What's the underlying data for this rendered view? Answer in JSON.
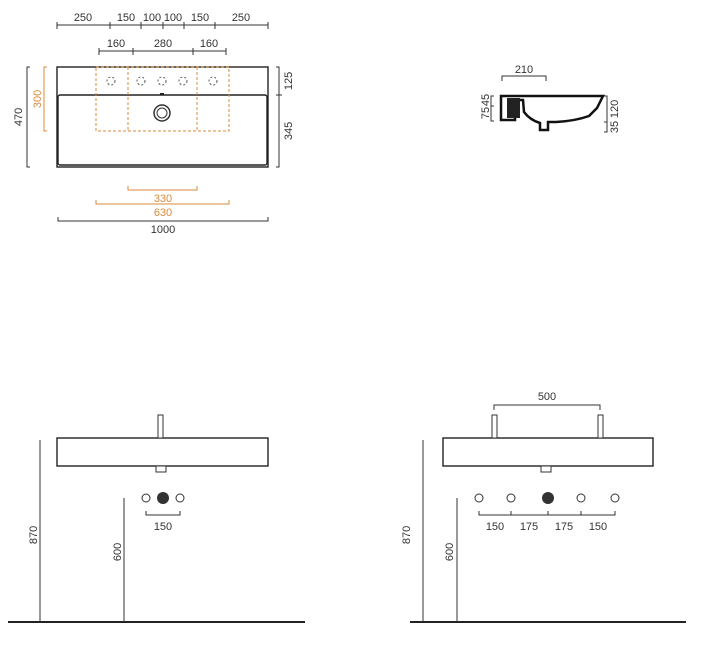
{
  "top_view": {
    "top_dims": [
      "250",
      "150",
      "100",
      "100",
      "150",
      "250"
    ],
    "second_dims": [
      "160",
      "280",
      "160"
    ],
    "left_dims": {
      "total": "470",
      "orange": "300"
    },
    "right_dims": {
      "top": "125",
      "bottom": "345"
    },
    "bottom_dims": {
      "inner": "330",
      "outer": "630",
      "total": "1000"
    }
  },
  "side_view": {
    "top_dim": "210",
    "left_dims": [
      "75",
      "45"
    ],
    "right_dims": [
      "35",
      "120"
    ]
  },
  "front_left": {
    "height": "870",
    "valve_height": "600",
    "valve_spacing": "150"
  },
  "front_right": {
    "height": "870",
    "valve_height": "600",
    "tap_spacing": "500",
    "valve_spacings": [
      "150",
      "175",
      "175",
      "150"
    ]
  },
  "colors": {
    "dimension": "#333333",
    "orange": "#d98a3c"
  }
}
